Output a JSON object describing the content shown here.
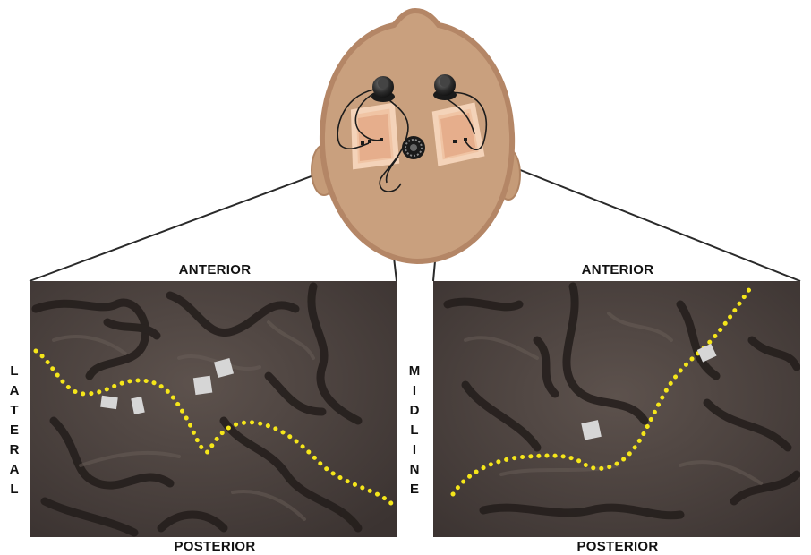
{
  "labels": {
    "left_top": "ANTERIOR",
    "left_bottom": "POSTERIOR",
    "right_top": "ANTERIOR",
    "right_bottom": "POSTERIOR",
    "left_side": "LATERAL",
    "middle_side": "MIDLINE"
  },
  "colors": {
    "head_fill": "#c9a07e",
    "head_outline": "#b58766",
    "window_fill": "#e8b99a",
    "cortex": "#4e4440",
    "sulcus_dots": "#f5e61a",
    "marker": "#d6d6d6",
    "connector": "#2a2a2a"
  }
}
